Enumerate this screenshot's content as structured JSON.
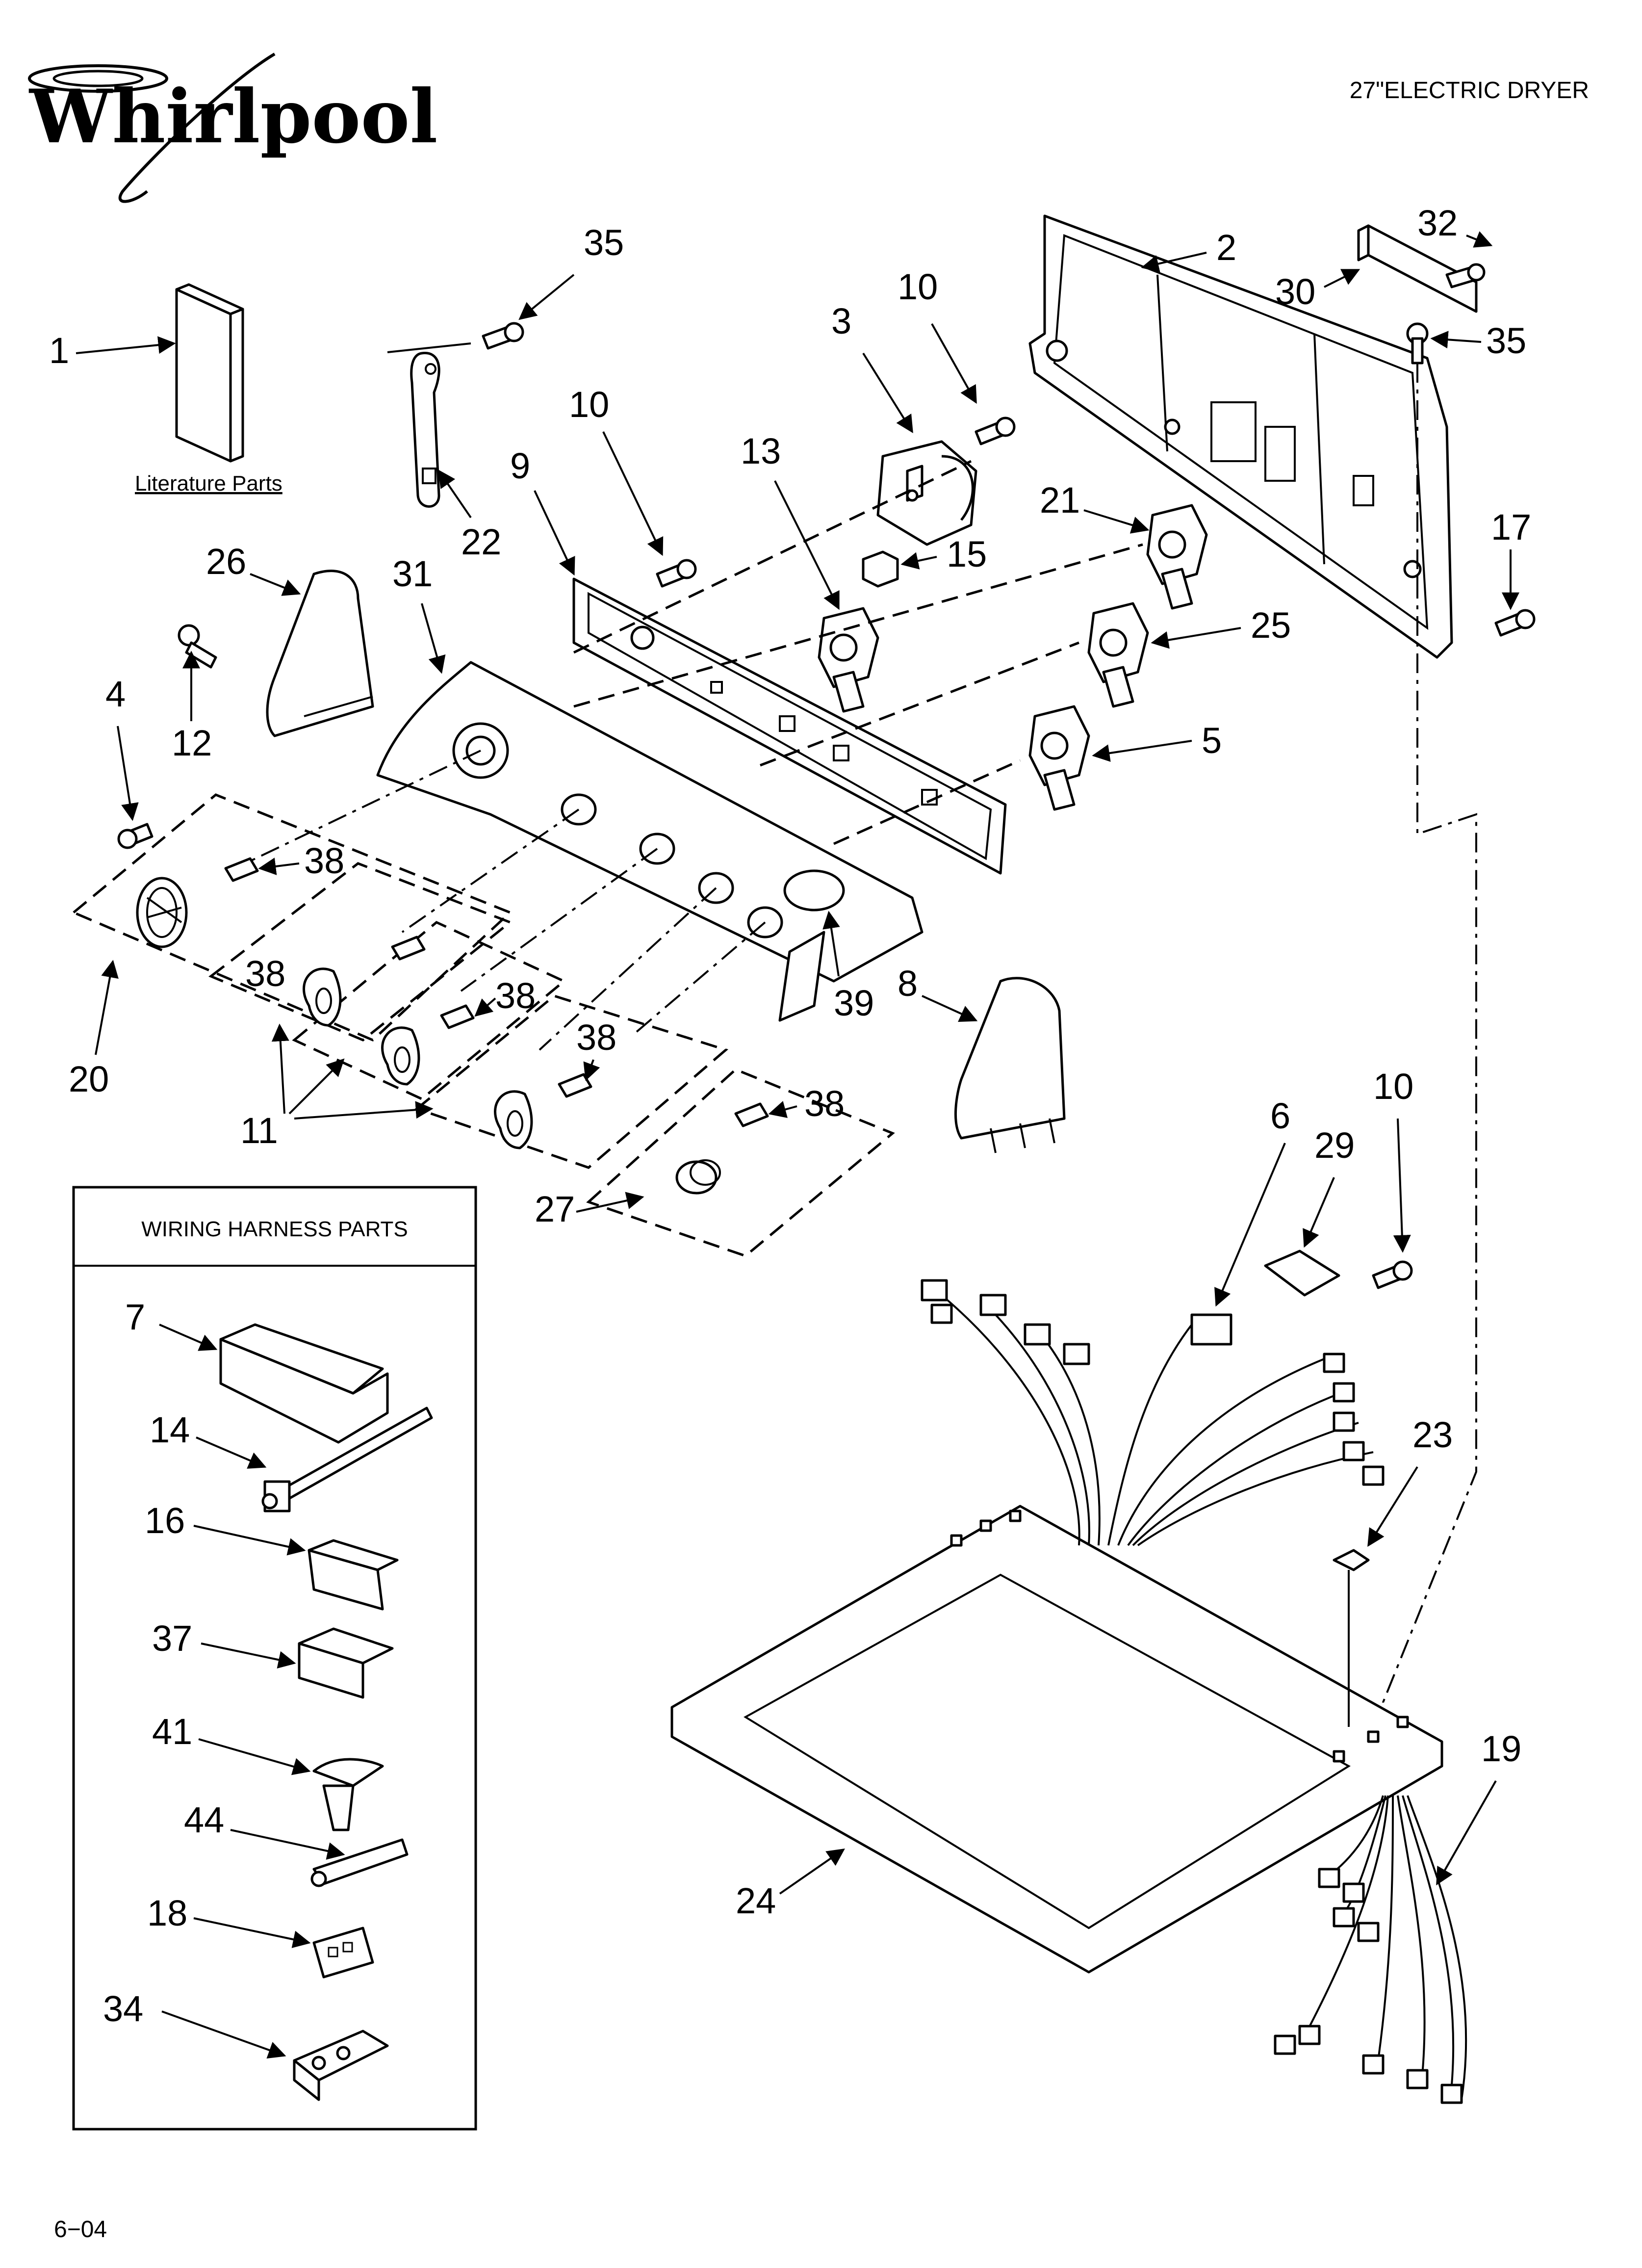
{
  "header": {
    "brand": "Whirlpool",
    "product": "27\"ELECTRIC DRYER",
    "page_code": "6−04"
  },
  "literature": {
    "label": "Literature Parts"
  },
  "wiring_box": {
    "title": "WIRING HARNESS PARTS",
    "labels": [
      "7",
      "14",
      "16",
      "37",
      "41",
      "44",
      "18",
      "34"
    ]
  },
  "callouts": {
    "p1": "1",
    "p2": "2",
    "p3": "3",
    "p4": "4",
    "p5": "5",
    "p6": "6",
    "p8": "8",
    "p9": "9",
    "p10a": "10",
    "p10b": "10",
    "p10c": "10",
    "p11": "11",
    "p12": "12",
    "p13": "13",
    "p15": "15",
    "p17": "17",
    "p19": "19",
    "p20": "20",
    "p21": "21",
    "p22": "22",
    "p23": "23",
    "p24": "24",
    "p25": "25",
    "p26": "26",
    "p27": "27",
    "p29": "29",
    "p30": "30",
    "p31": "31",
    "p32": "32",
    "p35a": "35",
    "p35b": "35",
    "p38a": "38",
    "p38b": "38",
    "p38c": "38",
    "p38d": "38",
    "p38e": "38",
    "p39": "39"
  },
  "colors": {
    "ink": "#000000",
    "paper": "#ffffff"
  }
}
